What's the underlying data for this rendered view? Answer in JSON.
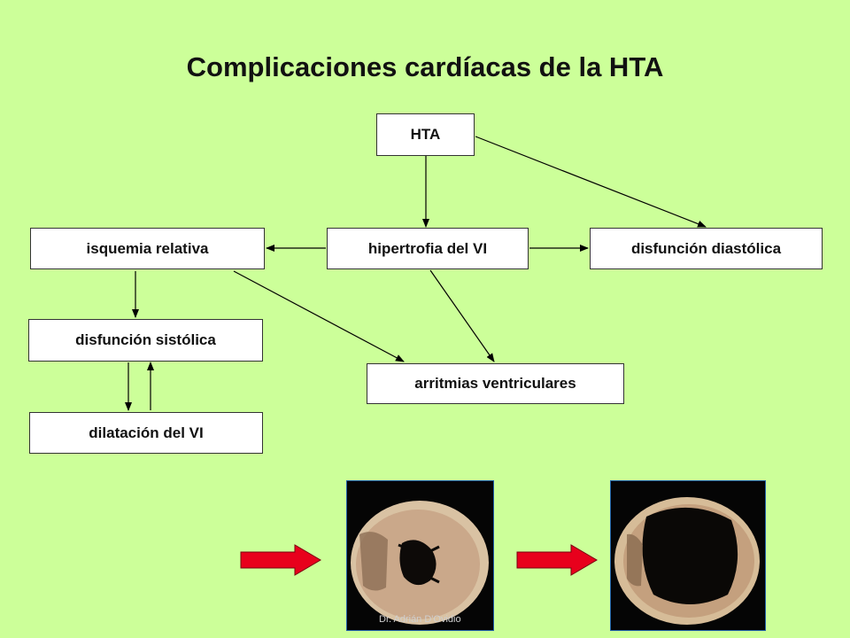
{
  "title": "Complicaciones cardíacas de la HTA",
  "nodes": {
    "hta": "HTA",
    "hipertrofia": "hipertrofia del VI",
    "isquemia": "isquemia relativa",
    "diastolica": "disfunción diastólica",
    "sistolica": "disfunción sistólica",
    "arritmias": "arritmias ventriculares",
    "dilatacion": "dilatación del VI"
  },
  "credit": "Dr. Adrián D'Ovidio",
  "colors": {
    "background": "#CCFF99",
    "arrow_red": "#E8001C",
    "photo_border": "#1F5FA8"
  },
  "icons": {
    "progression_arrow": "right-arrow-icon",
    "heart_section": "heart-cross-section-photo"
  }
}
